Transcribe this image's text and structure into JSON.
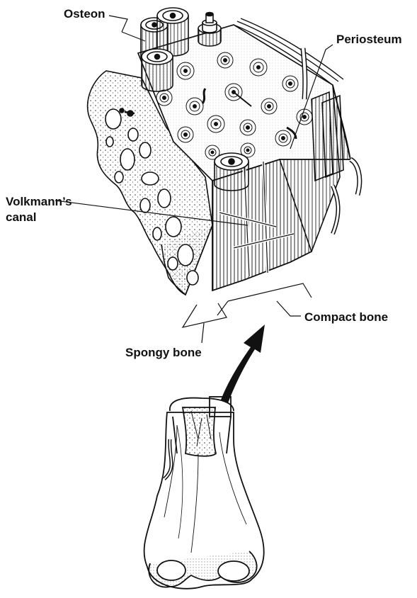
{
  "labels": {
    "osteon": "Osteon",
    "periosteum": "Periosteum",
    "volkmann_line1": "Volkmann’s",
    "volkmann_line2": "canal",
    "compact_bone": "Compact bone",
    "spongy_bone": "Spongy bone"
  },
  "colors": {
    "ink": "#111111",
    "paper": "#ffffff",
    "shade": "#555555"
  }
}
